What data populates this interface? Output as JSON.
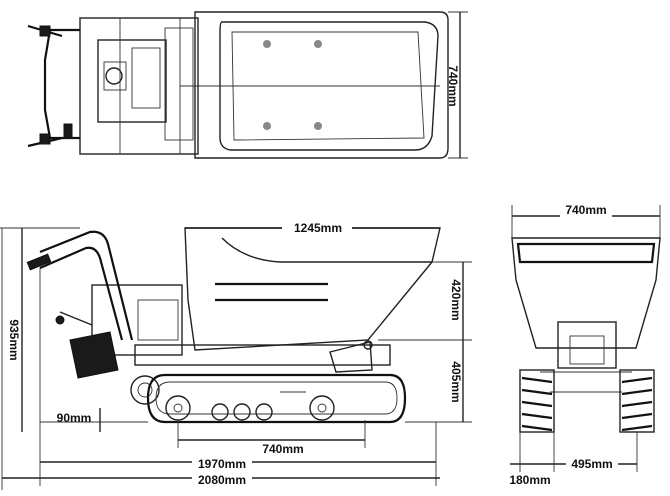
{
  "dimensions": {
    "top_view_width": "740mm",
    "bucket_length": "1245mm",
    "overall_height": "935mm",
    "bucket_height": "420mm",
    "lower_height": "405mm",
    "ground_clearance": "90mm",
    "track_length": "740mm",
    "length_without_handle": "1970mm",
    "overall_length": "2080mm",
    "front_width": "740mm",
    "track_width": "180mm",
    "track_gauge": "495mm"
  },
  "colors": {
    "line": "#222222",
    "fill_dark": "#1a1a1a"
  }
}
